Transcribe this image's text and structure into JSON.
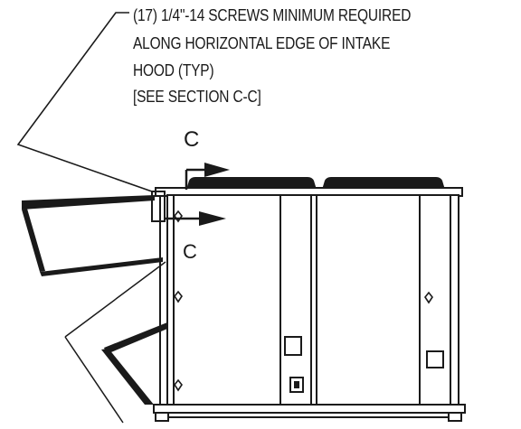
{
  "callout_note": {
    "line1": "(17) 1/4\"-14 SCREWS MINIMUM REQUIRED",
    "line2": "ALONG HORIZONTAL EDGE OF INTAKE",
    "line3": "HOOD (TYP)",
    "line4": "[SEE SECTION C-C]"
  },
  "section_labels": {
    "upper": "C",
    "lower": "C"
  },
  "colors": {
    "ink": "#1a1a1a",
    "background": "#ffffff"
  }
}
